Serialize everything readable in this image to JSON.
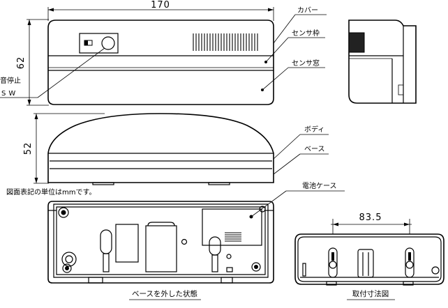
{
  "dimensions": {
    "front_width": "170",
    "front_height": "62",
    "side_height": "52",
    "mount_pitch": "83.5"
  },
  "labels": {
    "cover": "カバー",
    "sensor_frame": "センサ枠",
    "sensor_window": "センサ窓",
    "mute_sw_line1": "音停止",
    "mute_sw_line2": "SW",
    "body": "ボディ",
    "base": "ベース",
    "battery_case": "電池ケース"
  },
  "captions": {
    "unit_note": "図面表記の単位はmmです。",
    "base_removed": "ベースを外した状態",
    "mounting": "取付寸法図"
  }
}
